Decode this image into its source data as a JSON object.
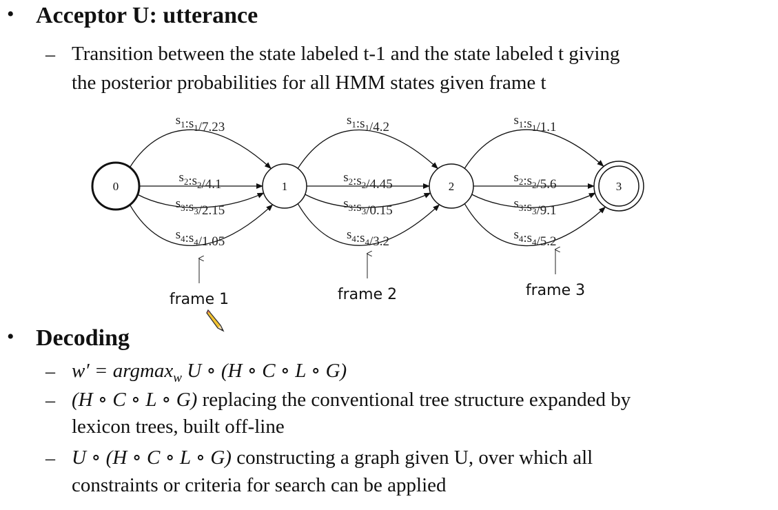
{
  "slide": {
    "section1": {
      "heading": "Acceptor U: utterance",
      "sub_line1": "Transition between the state labeled t-1 and the state labeled t giving",
      "sub_line2": "the posterior probabilities for all HMM states given frame t"
    },
    "diagram": {
      "states": [
        "0",
        "1",
        "2",
        "3"
      ],
      "arc_groups": [
        [
          "7.23",
          "4.1",
          "2.15",
          "1.05"
        ],
        [
          "4.2",
          "4.45",
          "0.15",
          "3.2"
        ],
        [
          "1.1",
          "5.6",
          "9.1",
          "5.2"
        ]
      ],
      "label_prefix": "s",
      "label_sep": ":",
      "frames": [
        "frame 1",
        "frame 2",
        "frame 3"
      ]
    },
    "section2": {
      "heading": "Decoding",
      "item1": "w′ = argmax",
      "item1_sub": "w",
      "item1_rest": " U ∘ (H ∘ C ∘ L ∘ G)",
      "item2_math": "(H ∘ C ∘ L ∘ G)",
      "item2_line1": " replacing the conventional tree structure expanded by",
      "item2_line2": "lexicon trees, built off-line",
      "item3_math": "U ∘ (H ∘ C ∘ L ∘ G)",
      "item3_line1": " constructing a graph given U, over which all",
      "item3_line2": "constraints or criteria for search can be applied"
    }
  }
}
